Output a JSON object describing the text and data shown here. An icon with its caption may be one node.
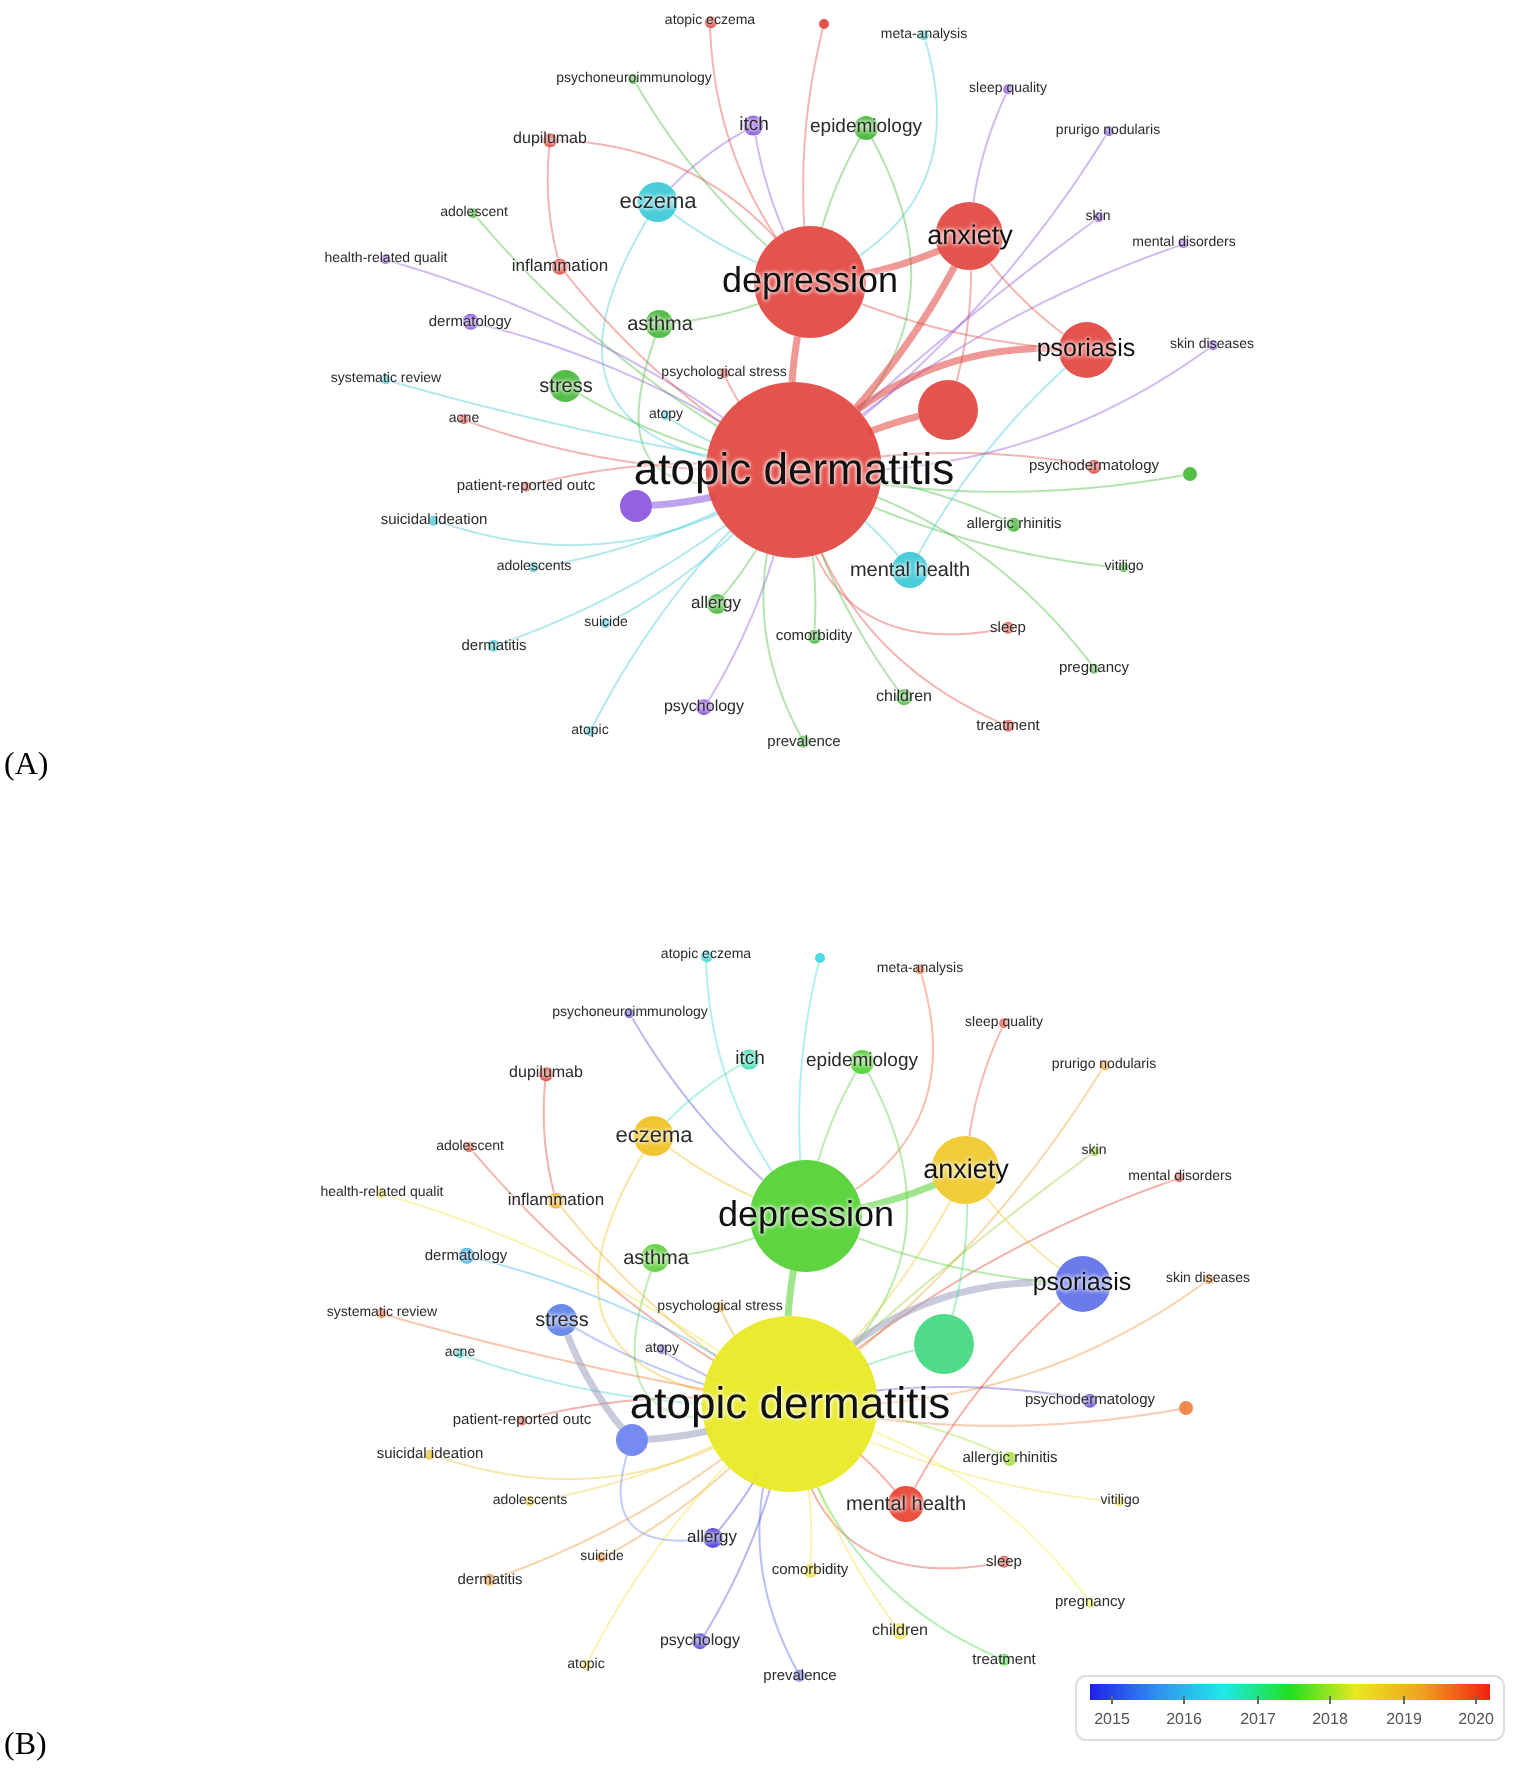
{
  "diagram": {
    "nodes": [
      {
        "text": [
          "atopic eczema"
        ]
      },
      {
        "text": [],
        "shape": "circle"
      },
      {
        "text": [
          "meta-analysis"
        ]
      },
      {
        "text": [
          "psychoneuroimmunology"
        ]
      },
      {
        "text": [
          "sleep quality"
        ]
      },
      {
        "text": [
          "itch"
        ]
      },
      {
        "text": [
          "epidemiology"
        ]
      },
      {
        "text": [
          "dupilumab"
        ]
      },
      {
        "text": [
          "prurigo nodularis"
        ]
      },
      {
        "text": [
          "eczema"
        ]
      },
      {
        "text": [
          "adolescent"
        ]
      },
      {
        "text": [
          "skin"
        ]
      },
      {
        "text": [
          "anxiety"
        ]
      },
      {
        "text": [
          "mental disorders"
        ]
      },
      {
        "text": [
          "health-related qualit"
        ]
      },
      {
        "text": [
          "inflammation"
        ]
      },
      {
        "text": [
          "depression"
        ]
      },
      {
        "text": [
          "dermatology"
        ]
      },
      {
        "text": [
          "asthma"
        ]
      },
      {
        "text": [
          "psoriasis"
        ]
      },
      {
        "text": [
          "skin diseases"
        ]
      },
      {
        "text": [
          "systematic review"
        ]
      },
      {
        "text": [
          "stress"
        ]
      },
      {
        "text": [
          "psychological stress"
        ]
      },
      {
        "text": [],
        "shape": "circle"
      },
      {
        "text": [
          "acne"
        ]
      },
      {
        "text": [
          "atopy"
        ]
      },
      {
        "text": [
          "atopic dermatitis"
        ]
      },
      {
        "text": [
          "psychodermatology"
        ]
      },
      {
        "text": [],
        "shape": "circle"
      },
      {
        "text": [
          "patient-reported outc"
        ]
      },
      {
        "text": [],
        "shape": "circle"
      },
      {
        "text": [
          "suicidal ideation"
        ]
      },
      {
        "text": [
          "allergic rhinitis"
        ]
      },
      {
        "text": [
          "adolescents"
        ]
      },
      {
        "text": [
          "mental health"
        ]
      },
      {
        "text": [
          "vitiligo"
        ]
      },
      {
        "text": [
          "allergy"
        ]
      },
      {
        "text": [
          "suicide"
        ]
      },
      {
        "text": [
          "comorbidity"
        ]
      },
      {
        "text": [
          "sleep"
        ]
      },
      {
        "text": [
          "dermatitis"
        ]
      },
      {
        "text": [
          "pregnancy"
        ]
      },
      {
        "text": [
          "children"
        ]
      },
      {
        "text": [
          "psychology"
        ]
      },
      {
        "text": [
          "treatment"
        ]
      },
      {
        "text": [
          "atopic"
        ]
      },
      {
        "text": [
          "prevalence"
        ]
      },
      {
        "text": [
          "atopic eczema"
        ]
      },
      {
        "text": [],
        "shape": "circle"
      },
      {
        "text": [
          "meta-analysis"
        ]
      },
      {
        "text": [
          "psychoneuroimmunology"
        ]
      },
      {
        "text": [
          "sleep quality"
        ]
      },
      {
        "text": [
          "itch"
        ]
      },
      {
        "text": [
          "epidemiology"
        ]
      },
      {
        "text": [
          "dupilumab"
        ]
      },
      {
        "text": [
          "prurigo nodularis"
        ]
      },
      {
        "text": [
          "eczema"
        ]
      },
      {
        "text": [
          "adolescent"
        ]
      },
      {
        "text": [
          "skin"
        ]
      },
      {
        "text": [
          "anxiety"
        ]
      },
      {
        "text": [
          "mental disorders"
        ]
      },
      {
        "text": [
          "health-related qualit"
        ]
      },
      {
        "text": [
          "inflammation"
        ]
      },
      {
        "text": [
          "depression"
        ]
      },
      {
        "text": [
          "dermatology"
        ]
      },
      {
        "text": [
          "asthma"
        ]
      },
      {
        "text": [
          "psoriasis"
        ]
      },
      {
        "text": [
          "skin diseases"
        ]
      },
      {
        "text": [
          "systematic review"
        ]
      },
      {
        "text": [
          "stress"
        ]
      },
      {
        "text": [
          "psychological stress"
        ]
      },
      {
        "text": [],
        "shape": "circle"
      },
      {
        "text": [
          "acne"
        ]
      },
      {
        "text": [
          "atopy"
        ]
      },
      {
        "text": [
          "atopic dermatitis"
        ]
      },
      {
        "text": [
          "psychodermatology"
        ]
      },
      {
        "text": [],
        "shape": "circle"
      },
      {
        "text": [
          "patient-reported outc"
        ]
      },
      {
        "text": [],
        "shape": "circle"
      },
      {
        "text": [
          "suicidal ideation"
        ]
      },
      {
        "text": [
          "allergic rhinitis"
        ]
      },
      {
        "text": [
          "adolescents"
        ]
      },
      {
        "text": [
          "mental health"
        ]
      },
      {
        "text": [
          "vitiligo"
        ]
      },
      {
        "text": [
          "allergy"
        ]
      },
      {
        "text": [
          "suicide"
        ]
      },
      {
        "text": [
          "comorbidity"
        ]
      },
      {
        "text": [
          "sleep"
        ]
      },
      {
        "text": [
          "dermatitis"
        ]
      },
      {
        "text": [
          "pregnancy"
        ]
      },
      {
        "text": [
          "children"
        ]
      },
      {
        "text": [
          "psychology"
        ]
      },
      {
        "text": [
          "treatment"
        ]
      },
      {
        "text": [
          "atopic"
        ]
      },
      {
        "text": [
          "prevalence"
        ]
      }
    ],
    "edges": [
      {
        "from": 0,
        "to": 16,
        "arrow": "none",
        "color": "#e2453f"
      },
      {
        "from": 1,
        "to": 16,
        "arrow": "none",
        "color": "#e2453f"
      },
      {
        "from": 2,
        "to": 16,
        "arrow": "none",
        "color": "#3cc9d6"
      },
      {
        "from": 3,
        "to": 16,
        "arrow": "none",
        "color": "#47b83a"
      },
      {
        "from": 4,
        "to": 12,
        "arrow": "none",
        "color": "#8a55dd"
      },
      {
        "from": 5,
        "to": 9,
        "arrow": "none",
        "color": "#8a55dd"
      },
      {
        "from": 6,
        "to": 27,
        "arrow": "none",
        "color": "#47b83a"
      },
      {
        "from": 7,
        "to": 15,
        "arrow": "none",
        "color": "#e2453f"
      },
      {
        "from": 8,
        "to": 27,
        "arrow": "none",
        "color": "#8a55dd"
      },
      {
        "from": 9,
        "to": 27,
        "arrow": "none",
        "color": "#3cc9d6"
      },
      {
        "from": 10,
        "to": 27,
        "arrow": "none",
        "color": "#47b83a"
      },
      {
        "from": 11,
        "to": 27,
        "arrow": "none",
        "color": "#8a55dd"
      },
      {
        "from": 12,
        "to": 27,
        "arrow": "none",
        "style": "thick",
        "color": "#e2453f"
      },
      {
        "from": 13,
        "to": 27,
        "arrow": "none",
        "color": "#8a55dd"
      },
      {
        "from": 14,
        "to": 27,
        "arrow": "none",
        "color": "#8a55dd"
      },
      {
        "from": 15,
        "to": 27,
        "arrow": "none",
        "color": "#e2453f"
      },
      {
        "from": 16,
        "to": 27,
        "arrow": "none",
        "style": "thick",
        "color": "#e2453f"
      },
      {
        "from": 17,
        "to": 27,
        "arrow": "none",
        "color": "#8a55dd"
      },
      {
        "from": 18,
        "to": 27,
        "arrow": "none",
        "color": "#47b83a"
      },
      {
        "from": 19,
        "to": 27,
        "arrow": "none",
        "style": "thick",
        "color": "#e2453f"
      },
      {
        "from": 20,
        "to": 27,
        "arrow": "none",
        "color": "#8a55dd"
      },
      {
        "from": 21,
        "to": 27,
        "arrow": "none",
        "color": "#3cc9d6"
      },
      {
        "from": 22,
        "to": 27,
        "arrow": "none",
        "color": "#47b83a"
      },
      {
        "from": 23,
        "to": 27,
        "arrow": "none",
        "color": "#e2453f"
      },
      {
        "from": 24,
        "to": 27,
        "arrow": "none",
        "style": "thick",
        "color": "#e2453f"
      },
      {
        "from": 25,
        "to": 27,
        "arrow": "none",
        "color": "#e2453f"
      },
      {
        "from": 26,
        "to": 27,
        "arrow": "none",
        "color": "#3cc9d6"
      },
      {
        "from": 28,
        "to": 27,
        "arrow": "none",
        "color": "#e2453f"
      },
      {
        "from": 29,
        "to": 27,
        "arrow": "none",
        "color": "#47b83a"
      },
      {
        "from": 30,
        "to": 27,
        "arrow": "none",
        "color": "#e2453f"
      },
      {
        "from": 31,
        "to": 27,
        "arrow": "none",
        "style": "thick",
        "color": "#8a55dd"
      },
      {
        "from": 32,
        "to": 27,
        "arrow": "none",
        "color": "#3cc9d6"
      },
      {
        "from": 33,
        "to": 27,
        "arrow": "none",
        "color": "#47b83a"
      },
      {
        "from": 34,
        "to": 27,
        "arrow": "none",
        "color": "#3cc9d6"
      },
      {
        "from": 35,
        "to": 27,
        "arrow": "none",
        "color": "#3cc9d6"
      },
      {
        "from": 36,
        "to": 27,
        "arrow": "none",
        "color": "#47b83a"
      },
      {
        "from": 37,
        "to": 27,
        "arrow": "none",
        "color": "#47b83a"
      },
      {
        "from": 38,
        "to": 27,
        "arrow": "none",
        "color": "#3cc9d6"
      },
      {
        "from": 39,
        "to": 27,
        "arrow": "none",
        "color": "#47b83a"
      },
      {
        "from": 40,
        "to": 27,
        "arrow": "none",
        "color": "#e2453f"
      },
      {
        "from": 41,
        "to": 27,
        "arrow": "none",
        "color": "#3cc9d6"
      },
      {
        "from": 42,
        "to": 27,
        "arrow": "none",
        "color": "#47b83a"
      },
      {
        "from": 43,
        "to": 27,
        "arrow": "none",
        "color": "#47b83a"
      },
      {
        "from": 44,
        "to": 27,
        "arrow": "none",
        "color": "#8a55dd"
      },
      {
        "from": 45,
        "to": 27,
        "arrow": "none",
        "color": "#e2453f"
      },
      {
        "from": 46,
        "to": 27,
        "arrow": "none",
        "color": "#3cc9d6"
      },
      {
        "from": 47,
        "to": 27,
        "arrow": "none",
        "color": "#47b83a"
      },
      {
        "from": 16,
        "to": 12,
        "arrow": "none",
        "style": "thick",
        "color": "#e2453f"
      },
      {
        "from": 12,
        "to": 19,
        "arrow": "none",
        "color": "#e2453f"
      },
      {
        "from": 16,
        "to": 19,
        "arrow": "none",
        "color": "#e2453f"
      },
      {
        "from": 9,
        "to": 16,
        "arrow": "none",
        "color": "#3cc9d6"
      },
      {
        "from": 18,
        "to": 16,
        "arrow": "none",
        "color": "#47b83a"
      },
      {
        "from": 6,
        "to": 16,
        "arrow": "none",
        "color": "#47b83a"
      },
      {
        "from": 35,
        "to": 19,
        "arrow": "none",
        "color": "#3cc9d6"
      },
      {
        "from": 24,
        "to": 12,
        "arrow": "none",
        "color": "#e2453f"
      },
      {
        "from": 5,
        "to": 16,
        "arrow": "none",
        "color": "#8a55dd"
      },
      {
        "from": 7,
        "to": 16,
        "arrow": "none",
        "color": "#e2453f"
      },
      {
        "from": 48,
        "to": 64,
        "arrow": "none",
        "color": "#3cd8e0"
      },
      {
        "from": 49,
        "to": 64,
        "arrow": "none",
        "color": "#3cd8e0"
      },
      {
        "from": 50,
        "to": 64,
        "arrow": "none",
        "color": "#f06030"
      },
      {
        "from": 51,
        "to": 64,
        "arrow": "none",
        "color": "#5050d0"
      },
      {
        "from": 52,
        "to": 60,
        "arrow": "none",
        "color": "#f05040"
      },
      {
        "from": 53,
        "to": 57,
        "arrow": "none",
        "color": "#40e0b8"
      },
      {
        "from": 54,
        "to": 75,
        "arrow": "none",
        "color": "#50d030"
      },
      {
        "from": 55,
        "to": 63,
        "arrow": "none",
        "color": "#e04030"
      },
      {
        "from": 56,
        "to": 75,
        "arrow": "none",
        "color": "#f0a030"
      },
      {
        "from": 57,
        "to": 75,
        "arrow": "none",
        "color": "#f0c020"
      },
      {
        "from": 58,
        "to": 75,
        "arrow": "none",
        "color": "#e04830"
      },
      {
        "from": 59,
        "to": 75,
        "arrow": "none",
        "color": "#90d030"
      },
      {
        "from": 60,
        "to": 75,
        "arrow": "none",
        "color": "#f0c828"
      },
      {
        "from": 61,
        "to": 75,
        "arrow": "none",
        "color": "#e04030"
      },
      {
        "from": 62,
        "to": 75,
        "arrow": "none",
        "color": "#f0e040"
      },
      {
        "from": 63,
        "to": 75,
        "arrow": "none",
        "color": "#f0b020"
      },
      {
        "from": 64,
        "to": 75,
        "arrow": "none",
        "style": "thick",
        "color": "#50d030"
      },
      {
        "from": 65,
        "to": 75,
        "arrow": "none",
        "color": "#40b0e8"
      },
      {
        "from": 66,
        "to": 75,
        "arrow": "none",
        "color": "#60d040"
      },
      {
        "from": 67,
        "to": 75,
        "arrow": "none",
        "style": "thick",
        "color": "#9aa0c0"
      },
      {
        "from": 68,
        "to": 75,
        "arrow": "none",
        "color": "#f09030"
      },
      {
        "from": 69,
        "to": 75,
        "arrow": "none",
        "color": "#f07030"
      },
      {
        "from": 70,
        "to": 75,
        "arrow": "none",
        "color": "#6080e8"
      },
      {
        "from": 71,
        "to": 75,
        "arrow": "none",
        "color": "#e8a020"
      },
      {
        "from": 72,
        "to": 75,
        "arrow": "none",
        "color": "#40d880"
      },
      {
        "from": 73,
        "to": 75,
        "arrow": "none",
        "color": "#40d0d0"
      },
      {
        "from": 74,
        "to": 75,
        "arrow": "none",
        "color": "#7060e0"
      },
      {
        "from": 76,
        "to": 75,
        "arrow": "none",
        "color": "#6050d8"
      },
      {
        "from": 77,
        "to": 75,
        "arrow": "none",
        "color": "#f08040"
      },
      {
        "from": 78,
        "to": 75,
        "arrow": "none",
        "color": "#e04030"
      },
      {
        "from": 79,
        "to": 75,
        "arrow": "none",
        "style": "thick",
        "color": "#9aa0c0"
      },
      {
        "from": 80,
        "to": 75,
        "arrow": "none",
        "color": "#f0c030"
      },
      {
        "from": 81,
        "to": 75,
        "arrow": "none",
        "color": "#a0e030"
      },
      {
        "from": 82,
        "to": 75,
        "arrow": "none",
        "color": "#f0d040"
      },
      {
        "from": 83,
        "to": 75,
        "arrow": "none",
        "color": "#e84030"
      },
      {
        "from": 84,
        "to": 75,
        "arrow": "none",
        "color": "#f0e040"
      },
      {
        "from": 85,
        "to": 75,
        "arrow": "none",
        "color": "#5040d8"
      },
      {
        "from": 86,
        "to": 75,
        "arrow": "none",
        "color": "#f09030"
      },
      {
        "from": 87,
        "to": 75,
        "arrow": "none",
        "color": "#f0e040"
      },
      {
        "from": 88,
        "to": 75,
        "arrow": "none",
        "color": "#e04030"
      },
      {
        "from": 89,
        "to": 75,
        "arrow": "none",
        "color": "#f09030"
      },
      {
        "from": 90,
        "to": 75,
        "arrow": "none",
        "color": "#f0f040"
      },
      {
        "from": 91,
        "to": 75,
        "arrow": "none",
        "color": "#f0e040"
      },
      {
        "from": 92,
        "to": 75,
        "arrow": "none",
        "color": "#5848d8"
      },
      {
        "from": 93,
        "to": 75,
        "arrow": "none",
        "color": "#40d840"
      },
      {
        "from": 94,
        "to": 75,
        "arrow": "none",
        "color": "#f0e040"
      },
      {
        "from": 95,
        "to": 75,
        "arrow": "none",
        "color": "#5060e0"
      },
      {
        "from": 64,
        "to": 60,
        "arrow": "none",
        "style": "thick",
        "color": "#50d030"
      },
      {
        "from": 60,
        "to": 67,
        "arrow": "none",
        "color": "#f0c828"
      },
      {
        "from": 64,
        "to": 67,
        "arrow": "none",
        "color": "#50d030"
      },
      {
        "from": 57,
        "to": 64,
        "arrow": "none",
        "color": "#f0c020"
      },
      {
        "from": 66,
        "to": 64,
        "arrow": "none",
        "color": "#60d040"
      },
      {
        "from": 54,
        "to": 64,
        "arrow": "none",
        "color": "#50d030"
      },
      {
        "from": 83,
        "to": 67,
        "arrow": "none",
        "color": "#e84030"
      },
      {
        "from": 79,
        "to": 85,
        "arrow": "none",
        "color": "#6a80f0"
      },
      {
        "from": 72,
        "to": 60,
        "arrow": "none",
        "color": "#40d880"
      },
      {
        "from": 70,
        "to": 79,
        "arrow": "none",
        "style": "thick",
        "color": "#9aa0c0"
      }
    ],
    "labels": [
      "(A)",
      "(B)",
      "2015",
      "2016",
      "2017",
      "2018",
      "2019",
      "2020"
    ]
  }
}
